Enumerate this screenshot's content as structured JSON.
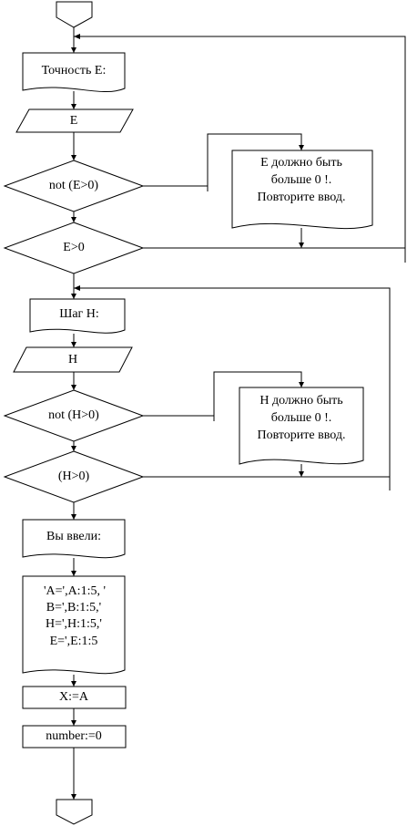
{
  "input_e": {
    "prompt": "Точность E:",
    "variable": "E",
    "check": "not (E>0)",
    "error_line1": "E должно быть",
    "error_line2": "больше 0 !.",
    "error_line3": "Повторите ввод.",
    "loop_condition": "E>0"
  },
  "input_h": {
    "prompt": "Шаг H:",
    "variable": "H",
    "check": "not (H>0)",
    "error_line1": "H должно быть",
    "error_line2": "больше 0 !.",
    "error_line3": "Повторите ввод.",
    "loop_condition": "(H>0)"
  },
  "summary": {
    "header": "Вы ввели:",
    "line1": "'A=',A:1:5,  '",
    "line2": "B=',B:1:5,'",
    "line3": "H=',H:1:5,'",
    "line4": "E=',E:1:5"
  },
  "assign_x": "X:=A",
  "assign_number": "number:=0"
}
